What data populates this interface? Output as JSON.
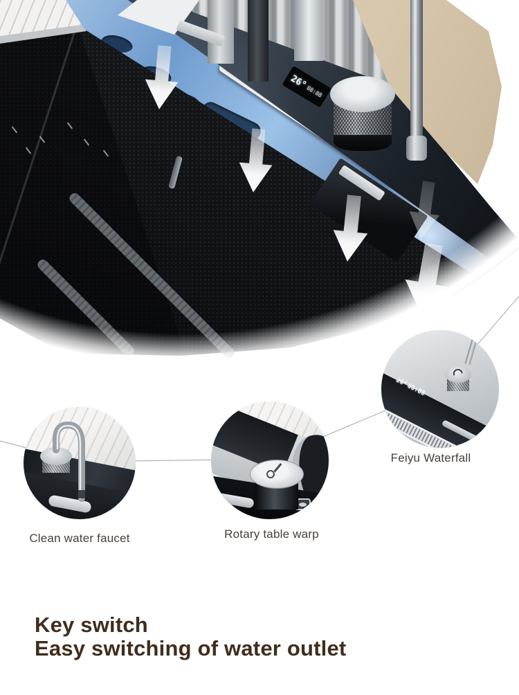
{
  "hero_image": {
    "display": {
      "temperature": "26°",
      "digits": "88:88"
    },
    "colors": {
      "deck_blue": "#7fa9d8",
      "sink_black": "#16181b",
      "wall_tan": "#cdbb9f",
      "marble": "#e9e8e5",
      "arrow_white": "#ffffff"
    }
  },
  "callouts": [
    {
      "id": "clean-water-faucet",
      "label": "Clean water faucet"
    },
    {
      "id": "rotary-table-warp",
      "label": "Rotary table warp"
    },
    {
      "id": "feiyu-waterfall",
      "label": "Feiyu Waterfall"
    }
  ],
  "headline": {
    "line1": "Key switch",
    "line2": "Easy switching of water outlet",
    "color": "#3f2d1e"
  }
}
